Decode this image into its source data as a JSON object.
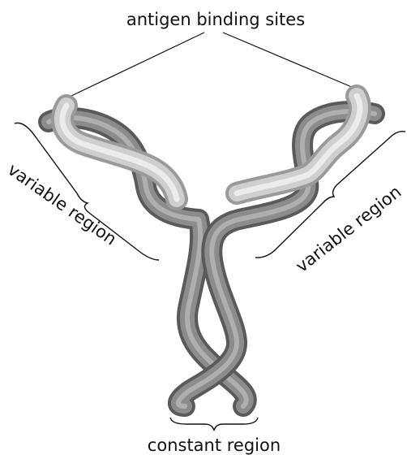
{
  "labels": {
    "binding_sites": "antigen binding sites",
    "variable_left": "variable region",
    "variable_right": "variable region",
    "constant": "constant region"
  },
  "colors": {
    "heavy_chain": "#8a8a8a",
    "light_chain": "#d2d2d2",
    "line": "#111111"
  }
}
